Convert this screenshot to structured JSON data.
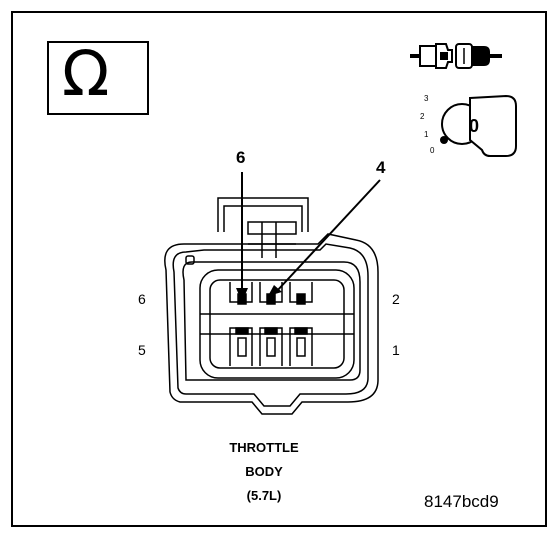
{
  "diagram": {
    "ohm_symbol": "Ω",
    "callouts": {
      "left": "6",
      "right": "4"
    },
    "cavity_numbers": {
      "top_left": "6",
      "bottom_left": "5",
      "top_right": "2",
      "bottom_right": "1"
    },
    "caption": {
      "line1": "THROTTLE",
      "line2": "BODY",
      "line3": "(5.7L)"
    },
    "figure_code": "8147bcd9",
    "ignition": {
      "positions": [
        "3",
        "2",
        "1",
        "0"
      ],
      "key_label": "0"
    },
    "icons": [
      "ohm-meter-icon",
      "connector-unplugged-icon",
      "ignition-key-icon"
    ]
  }
}
